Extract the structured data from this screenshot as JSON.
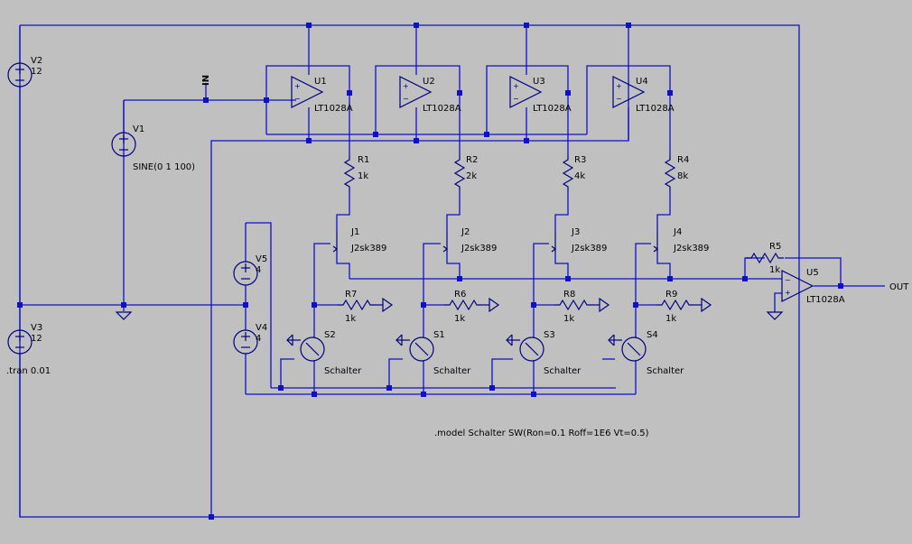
{
  "components": {
    "v1": {
      "name": "V1",
      "value": "SINE(0 1 100)"
    },
    "v2": {
      "name": "V2",
      "value": "12"
    },
    "v3": {
      "name": "V3",
      "value": "12"
    },
    "v4": {
      "name": "V4",
      "value": "4"
    },
    "v5": {
      "name": "V5",
      "value": "4"
    },
    "u1": {
      "name": "U1",
      "model": "LT1028A"
    },
    "u2": {
      "name": "U2",
      "model": "LT1028A"
    },
    "u3": {
      "name": "U3",
      "model": "LT1028A"
    },
    "u4": {
      "name": "U4",
      "model": "LT1028A"
    },
    "u5": {
      "name": "U5",
      "model": "LT1028A"
    },
    "r1": {
      "name": "R1",
      "value": "1k"
    },
    "r2": {
      "name": "R2",
      "value": "2k"
    },
    "r3": {
      "name": "R3",
      "value": "4k"
    },
    "r4": {
      "name": "R4",
      "value": "8k"
    },
    "r5": {
      "name": "R5",
      "value": "1k"
    },
    "r6": {
      "name": "R6",
      "value": "1k"
    },
    "r7": {
      "name": "R7",
      "value": "1k"
    },
    "r8": {
      "name": "R8",
      "value": "1k"
    },
    "r9": {
      "name": "R9",
      "value": "1k"
    },
    "j1": {
      "name": "J1",
      "model": "J2sk389"
    },
    "j2": {
      "name": "J2",
      "model": "J2sk389"
    },
    "j3": {
      "name": "J3",
      "model": "J2sk389"
    },
    "j4": {
      "name": "J4",
      "model": "J2sk389"
    },
    "s1": {
      "name": "S1",
      "model": "Schalter"
    },
    "s2": {
      "name": "S2",
      "model": "Schalter"
    },
    "s3": {
      "name": "S3",
      "model": "Schalter"
    },
    "s4": {
      "name": "S4",
      "model": "Schalter"
    }
  },
  "nets": {
    "in": "IN",
    "out": "OUT"
  },
  "directives": {
    "tran": ".tran 0.01",
    "model": ".model Schalter SW(Ron=0.1 Roff=1E6 Vt=0.5)"
  },
  "colors": {
    "background": "#c0c0c0",
    "wire": "#1010c8",
    "symbol": "#000080",
    "text": "#000000"
  }
}
